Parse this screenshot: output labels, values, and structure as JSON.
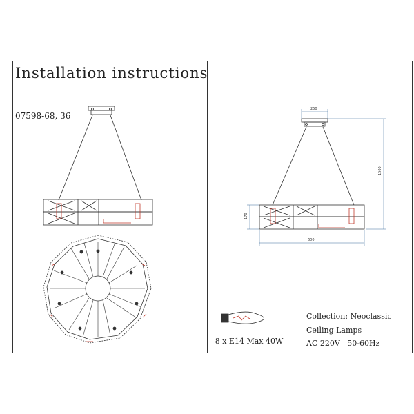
{
  "header": {
    "title": "Installation instructions"
  },
  "model": {
    "code": "07598-68, 36"
  },
  "dimensions": {
    "width_top": "250",
    "height_total": "1500",
    "height_body": "170",
    "width_body": "600"
  },
  "bulb": {
    "label": "8 x E14 Max 40W"
  },
  "specs": {
    "collection": "Collection: Neoclassic",
    "category": "Ceiling Lamps",
    "voltage": "AC 220V",
    "frequency": "50-60Hz"
  },
  "colors": {
    "line": "#333333",
    "accent": "#c0392b"
  }
}
